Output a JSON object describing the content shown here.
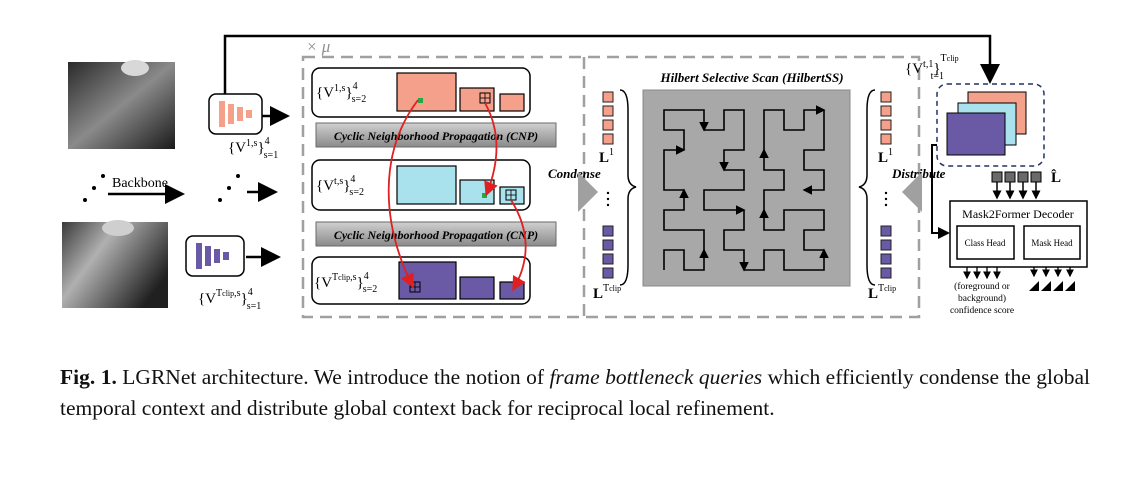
{
  "figure": {
    "backbone_label": "Backbone",
    "repeat_label": "× μ",
    "feat_top": "{V",
    "feat_top_sup": "1,s",
    "feat_top_range": "4",
    "feat_top_sub": "s=1",
    "feat_bottom": "{V",
    "feat_bottom_sup": "T",
    "feat_bottom_sup2": "clip",
    "feat_bottom_sup3": ",s",
    "feat_bottom_range": "4",
    "feat_bottom_sub": "s=1",
    "row1_label": "{V",
    "row1_sup": "1,s",
    "row1_range": "4",
    "row1_sub": "s=2",
    "row2_label": "{V",
    "row2_sup": "t,s",
    "row2_range": "4",
    "row2_sub": "s=2",
    "row3_label": "{V",
    "row3_sup": "T",
    "row3_sup2": "clip",
    "row3_sup3": ",s",
    "row3_range": "4",
    "row3_sub": "s=2",
    "cnp_label": "Cyclic Neighborhood Propagation (CNP)",
    "condense_label": "Condense",
    "distribute_label": "Distribute",
    "hilbert_title": "Hilbert Selective Scan (HilbertSS)",
    "L1": "L",
    "L1_sup": "1",
    "LT": "L",
    "LT_sup": "T",
    "LT_sup2": "clip",
    "vt_label": "{V",
    "vt_sup": "t,1",
    "vt_range": "T",
    "vt_range2": "clip",
    "vt_sub": "t=1",
    "lhat": "L̂",
    "decoder_title": "Mask2Former Decoder",
    "class_head": "Class Head",
    "mask_head": "Mask Head",
    "conf_line1": "(foreground or",
    "conf_line2": "background)",
    "conf_line3": "confidence score"
  },
  "caption": {
    "fig_label": "Fig. 1.",
    "text_a": " LGRNet architecture. We introduce the notion of ",
    "text_em": "frame bottleneck queries",
    "text_b": " which efficiently condense the global temporal context and distribute global context back for reciprocal local refinement."
  },
  "colors": {
    "salmon": "#f4a08a",
    "cyan": "#a9e1ec",
    "purple": "#6a5aa6",
    "gray_panel": "#a8a8a8",
    "dash": "#a0a0a0",
    "red": "#e02020"
  }
}
